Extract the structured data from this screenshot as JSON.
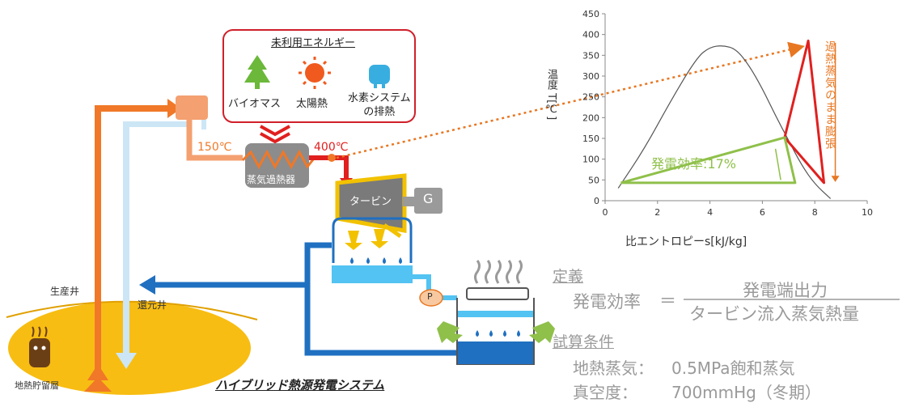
{
  "energy_box": {
    "title": "未利用エネルギー",
    "items": [
      {
        "label": "バイオマス",
        "icon": "tree-icon"
      },
      {
        "label": "太陽熱",
        "icon": "sun-icon"
      },
      {
        "label": "水素システム\nの排熱",
        "icon": "hydrogen-system-icon"
      }
    ]
  },
  "superheater": {
    "label": "蒸気過熱器",
    "temp_in": "150℃",
    "temp_out": "400℃"
  },
  "turbine": {
    "label": "タービン",
    "generator": "G"
  },
  "pump": {
    "label": "P"
  },
  "wells": {
    "production": "生産井",
    "reinjection": "還元井",
    "reservoir": "地熱貯留層"
  },
  "system_title": "ハイブリッド熱源発電システム",
  "colors": {
    "hot_flow": "#f07828",
    "cold_flow": "#cce6f6",
    "water_flow": "#1f70c1",
    "turbine_frame": "#f2c200",
    "reservoir": "#f8bd12",
    "ts_dome": "#555555",
    "ts_cycle_red": "#e0201f",
    "ts_cycle_green": "#8fc04a",
    "annotation_orange": "#e87722"
  },
  "chart_data": {
    "type": "line",
    "xlabel": "比エントロピーs[kJ/kg]",
    "ylabel": "温度 T[℃]",
    "xlim": [
      0,
      10
    ],
    "ylim": [
      0,
      450
    ],
    "xticks": [
      0,
      2,
      4,
      6,
      8,
      10
    ],
    "yticks": [
      0,
      50,
      100,
      150,
      200,
      250,
      300,
      350,
      400,
      450
    ],
    "grid": false,
    "series": [
      {
        "role": "dome",
        "x": [
          0.5,
          1.5,
          2.5,
          3.5,
          4.0,
          4.5,
          5.0,
          5.5,
          6.0,
          6.5,
          7.0,
          7.5,
          8.0,
          8.6
        ],
        "y": [
          30,
          125,
          240,
          345,
          370,
          374,
          365,
          325,
          270,
          205,
          145,
          85,
          40,
          5
        ]
      },
      {
        "role": "superheated",
        "x": [
          6.85,
          7.75,
          8.35,
          6.85
        ],
        "y": [
          152,
          385,
          43,
          152
        ]
      },
      {
        "role": "saturated",
        "x": [
          0.6,
          6.85,
          7.25,
          0.6
        ],
        "y": [
          43,
          152,
          43,
          43
        ]
      }
    ],
    "annotations": {
      "efficiency": "発電効率:17%",
      "vertical": "過熱蒸気のまま膨張"
    }
  },
  "definition": {
    "heading": "定義",
    "lhs": "発電効率",
    "eq": "＝",
    "numerator": "発電端出力",
    "denominator": "タービン流入蒸気熱量"
  },
  "conditions": {
    "heading": "試算条件",
    "row1_key": "地熱蒸気：",
    "row1_val": "0.5MPa飽和蒸気",
    "row2_key": "真空度：",
    "row2_val": "700mmHg（冬期）"
  }
}
